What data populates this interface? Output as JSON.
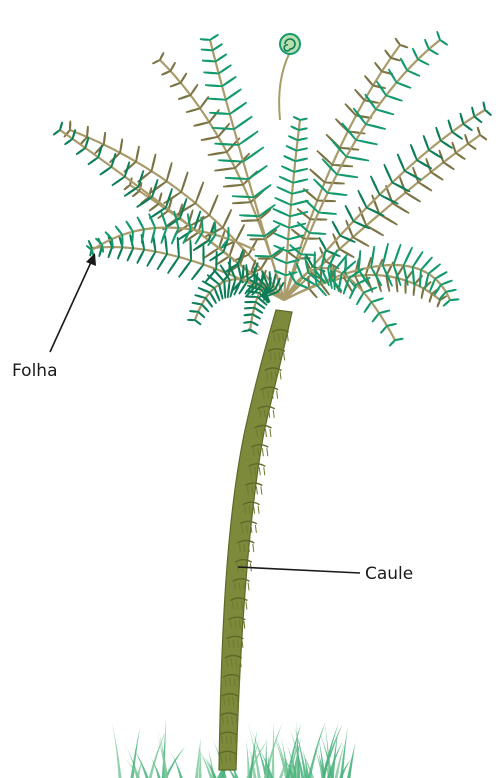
{
  "labels": {
    "leaf": "Folha",
    "stem": "Caule"
  },
  "colors": {
    "frond_green": "#129a6c",
    "frond_dark_green": "#0c7d56",
    "frond_olive": "#7a7344",
    "rachis": "#a99b6a",
    "trunk": "#7d8a3c",
    "trunk_dark": "#5c6a28",
    "grass": "#49b27c",
    "pointer": "#1a1a1a"
  },
  "icons": {
    "plant": "tree-fern-illustration",
    "fiddlehead": "fiddlehead-coil-icon"
  }
}
